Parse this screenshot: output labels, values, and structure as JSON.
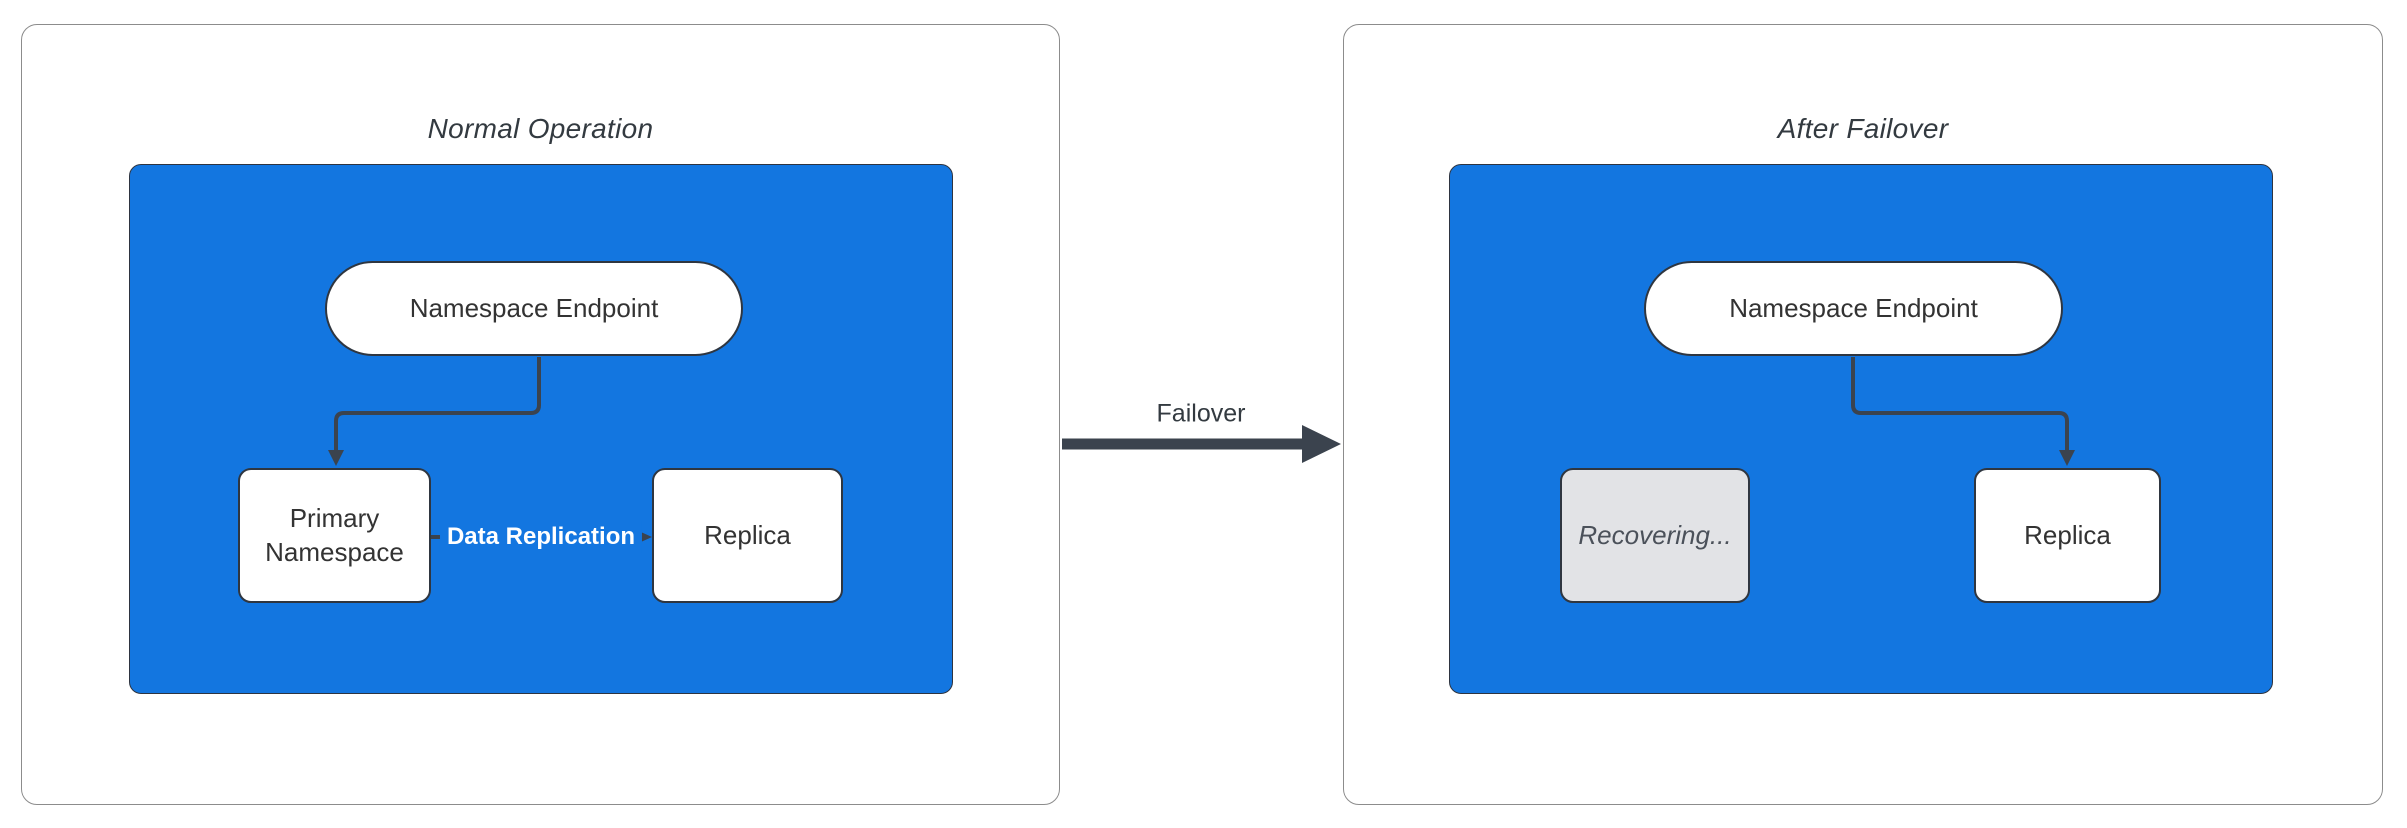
{
  "left_panel": {
    "title": "Normal Operation",
    "endpoint_label": "Namespace Endpoint",
    "primary_label": "Primary Namespace",
    "replica_label": "Replica",
    "replication_edge_label": "Data Replication"
  },
  "right_panel": {
    "title": "After Failover",
    "endpoint_label": "Namespace Endpoint",
    "recovering_label": "Recovering...",
    "replica_label": "Replica"
  },
  "transition": {
    "label": "Failover"
  },
  "colors": {
    "cluster_fill": "#1376e0",
    "node_fill": "#ffffff",
    "disabled_node_fill": "#e2e3e6",
    "node_border": "#2f3640",
    "panel_border": "#8c8c8c",
    "connector": "#3b434e",
    "node_text": "#333333",
    "edge_label_text": "#ffffff",
    "title_text": "#333a40"
  }
}
